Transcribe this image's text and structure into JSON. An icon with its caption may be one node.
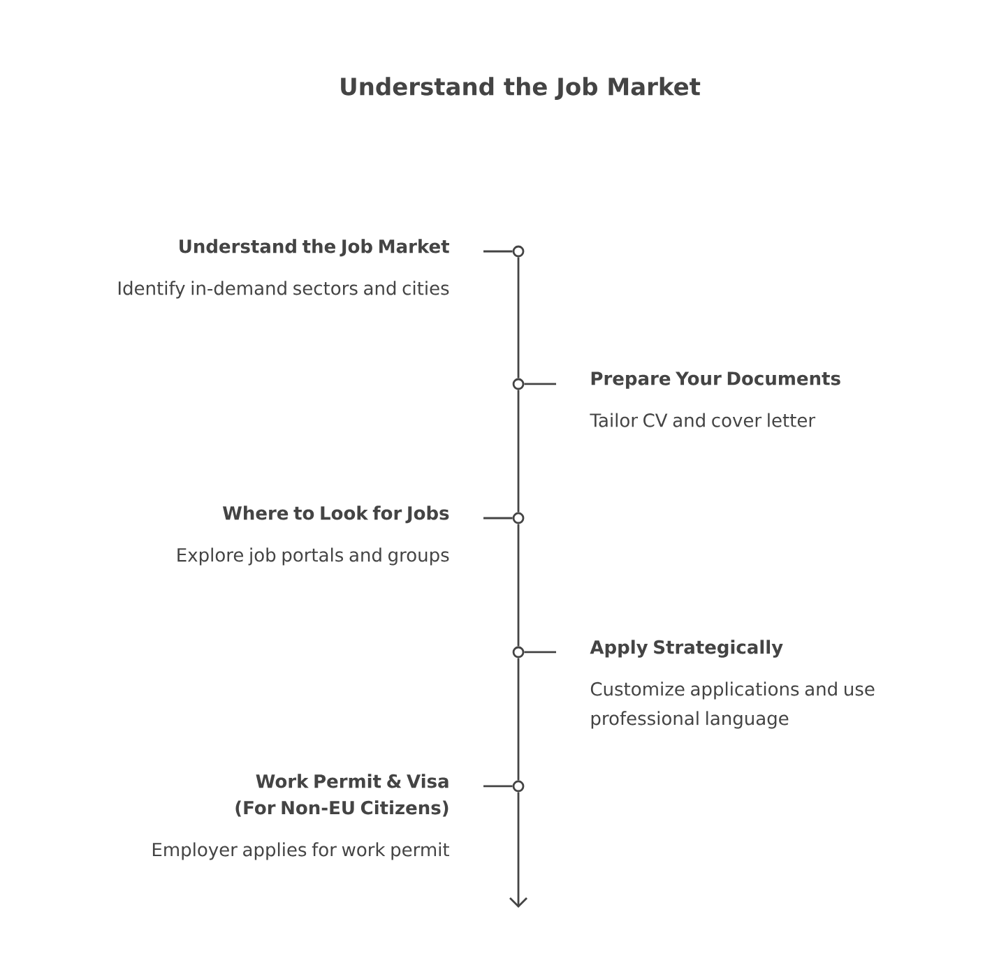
{
  "diagram": {
    "title": "Understand the Job Market",
    "nodes": [
      {
        "text": [
          "Understand the Job Market",
          "Identify in-demand sectors and cities"
        ]
      },
      {
        "text": [
          "Prepare Your Documents",
          "Tailor CV and cover letter"
        ]
      },
      {
        "text": [
          "Where to Look for Jobs",
          "Explore job portals and groups"
        ]
      },
      {
        "text": [
          "Apply Strategically",
          "Customize applications and use professional language"
        ]
      },
      {
        "text": [
          "Work Permit & Visa (For Non-EU Citizens)",
          "Employer applies for work permit"
        ]
      },
      {
        "text": [],
        "shape": "circle"
      },
      {
        "text": [],
        "shape": "circle"
      },
      {
        "text": [],
        "shape": "circle"
      },
      {
        "text": [],
        "shape": "circle"
      },
      {
        "text": [],
        "shape": "circle"
      }
    ],
    "edges": [
      {
        "from": 0,
        "to": 5,
        "arrow": "none"
      },
      {
        "from": 1,
        "to": 6,
        "arrow": "none"
      },
      {
        "from": 2,
        "to": 7,
        "arrow": "none"
      },
      {
        "from": 3,
        "to": 8,
        "arrow": "none"
      },
      {
        "from": 4,
        "to": 9,
        "arrow": "none"
      },
      {
        "from": 5,
        "to": 6,
        "arrow": "none"
      },
      {
        "from": 6,
        "to": 7,
        "arrow": "none"
      },
      {
        "from": 7,
        "to": 8,
        "arrow": "none"
      },
      {
        "from": 8,
        "to": 9,
        "arrow": "none"
      },
      {
        "from": 9,
        "to": null,
        "arrow": "to"
      }
    ]
  }
}
